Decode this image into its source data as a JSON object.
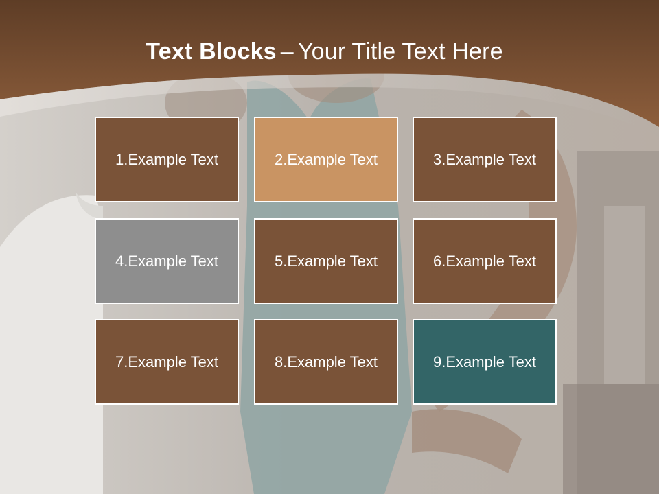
{
  "slide": {
    "title_bold": "Text Blocks",
    "title_dash": "–",
    "title_rest": "Your Title Text Here"
  },
  "colors": {
    "brown_block": "#7a5338",
    "tan_block": "#c99463",
    "gray_block": "#8e8e8e",
    "teal_block": "#336567",
    "header_brown": "#7d5236"
  },
  "blocks": [
    {
      "label": "1.Example Text",
      "color": "#7a5338"
    },
    {
      "label": "2.Example Text",
      "color": "#c99463"
    },
    {
      "label": "3.Example Text",
      "color": "#7a5338"
    },
    {
      "label": "4.Example Text",
      "color": "#8e8e8e"
    },
    {
      "label": "5.Example Text",
      "color": "#7a5338"
    },
    {
      "label": "6.Example Text",
      "color": "#7a5338"
    },
    {
      "label": "7.Example Text",
      "color": "#7a5338"
    },
    {
      "label": "8.Example Text",
      "color": "#7a5338"
    },
    {
      "label": "9.Example Text",
      "color": "#336567"
    }
  ]
}
